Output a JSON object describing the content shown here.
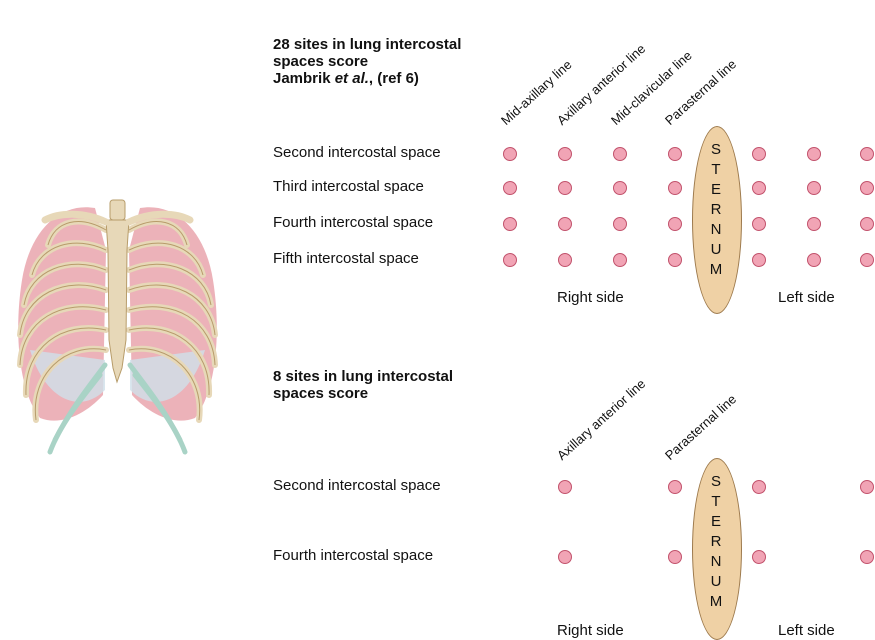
{
  "colors": {
    "dot_fill": "#f1a4b5",
    "dot_stroke": "#c2526c",
    "sternum_fill": "#efd1a5",
    "lung_pink": "#e9a4ad",
    "rib_bone": "#e7d8b8",
    "cartilage": "#a9d3c6"
  },
  "illustration": {
    "icon": "rib-cage-with-lungs-illustration"
  },
  "panel1": {
    "title_line1": "28 sites in lung intercostal",
    "title_line2": "spaces score",
    "title_author": "Jambrik",
    "title_et_al": "et al.",
    "title_ref": ", (ref 6)",
    "columns": [
      "Mid-axillary line",
      "Axillary anterior line",
      "Mid-clavicular line",
      "Parasternal line"
    ],
    "rows": [
      "Second intercostal space",
      "Third intercostal space",
      "Fourth intercostal space",
      "Fifth intercostal space"
    ],
    "sternum_letters": [
      "S",
      "T",
      "E",
      "R",
      "N",
      "U",
      "M"
    ],
    "right_side": "Right side",
    "left_side": "Left side"
  },
  "panel2": {
    "title_line1": "8 sites in lung intercostal",
    "title_line2": "spaces score",
    "columns": [
      "Axillary anterior line",
      "Parasternal line"
    ],
    "rows": [
      "Second intercostal space",
      "Fourth intercostal space"
    ],
    "sternum_letters": [
      "S",
      "T",
      "E",
      "R",
      "N",
      "U",
      "M"
    ],
    "right_side": "Right side",
    "left_side": "Left side"
  }
}
